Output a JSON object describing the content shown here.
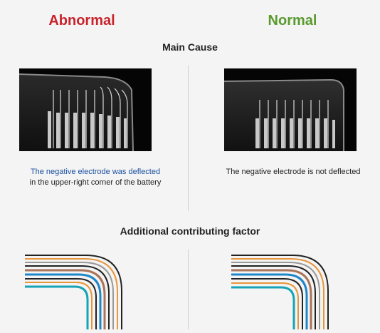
{
  "headings": {
    "abnormal": "Abnormal",
    "normal": "Normal",
    "main_cause": "Main Cause",
    "additional": "Additional contributing factor"
  },
  "captions": {
    "abnormal_line1": "The negative electrode was deflected",
    "abnormal_line2": "in the upper-right corner of the battery",
    "normal": "The negative electrode is not deflected"
  },
  "colors": {
    "abnormal": "#c8232c",
    "normal": "#5a9a2e",
    "highlight_text": "#1a4fa0",
    "layer_black": "#222222",
    "layer_orange": "#e8963a",
    "layer_gray": "#9a9a9a",
    "layer_brown": "#a9745a",
    "layer_blue": "#1f86c8",
    "layer_teal": "#16a3b6"
  }
}
